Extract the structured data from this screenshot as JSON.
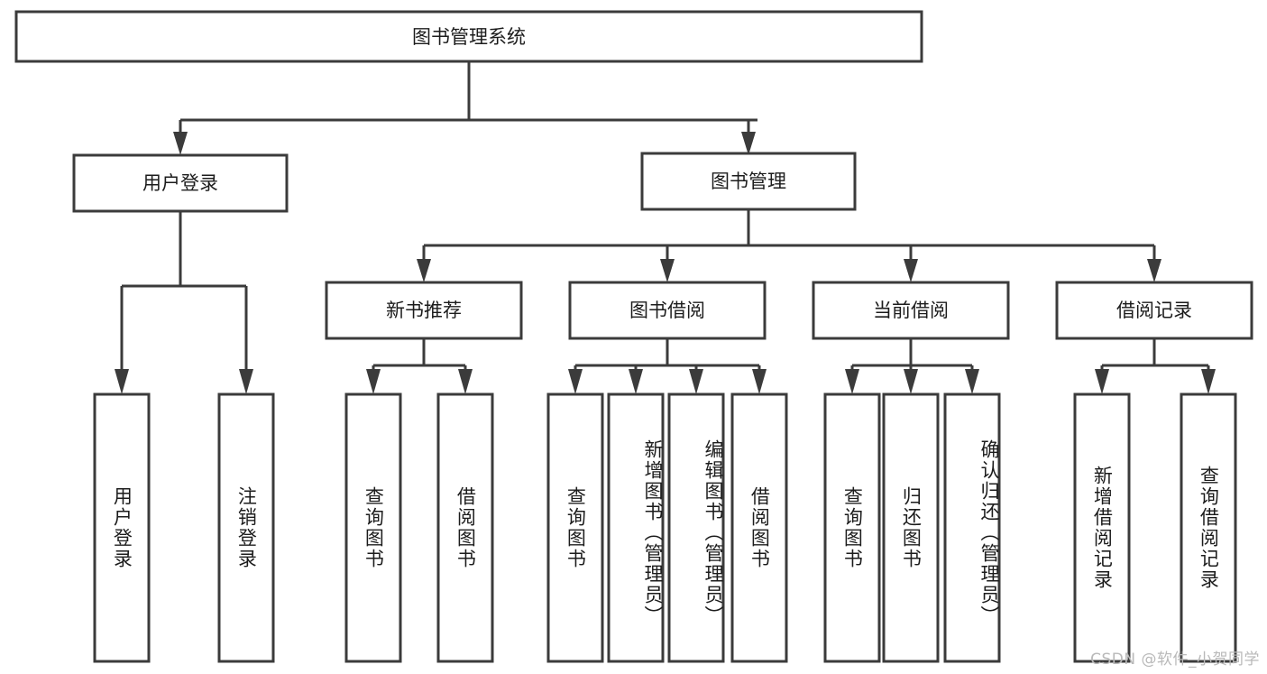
{
  "diagram": {
    "type": "tree-hierarchy",
    "orientation": "top-down",
    "root": {
      "label": "图书管理系统"
    },
    "level2": [
      {
        "label": "用户登录"
      },
      {
        "label": "图书管理"
      }
    ],
    "level3": [
      {
        "label": "新书推荐"
      },
      {
        "label": "图书借阅"
      },
      {
        "label": "当前借阅"
      },
      {
        "label": "借阅记录"
      }
    ],
    "leaves": {
      "user_login": [
        {
          "label": "用户登录"
        },
        {
          "label": "注销登录"
        }
      ],
      "new_book_recommend": [
        {
          "label": "查询图书"
        },
        {
          "label": "借阅图书"
        }
      ],
      "book_borrow": [
        {
          "label": "查询图书"
        },
        {
          "label": "新增图书（管理员）"
        },
        {
          "label": "编辑图书（管理员）"
        },
        {
          "label": "借阅图书"
        }
      ],
      "current_borrow": [
        {
          "label": "查询图书"
        },
        {
          "label": "归还图书"
        },
        {
          "label": "确认归还（管理员）"
        }
      ],
      "borrow_record": [
        {
          "label": "新增借阅记录"
        },
        {
          "label": "查询借阅记录"
        }
      ]
    }
  },
  "watermark": {
    "text": "CSDN @软件_小贺同学"
  },
  "colors": {
    "box_stroke": "#3b3b3b",
    "text": "#1c1c1c",
    "background": "#ffffff",
    "watermark": "#b9b9b9"
  }
}
